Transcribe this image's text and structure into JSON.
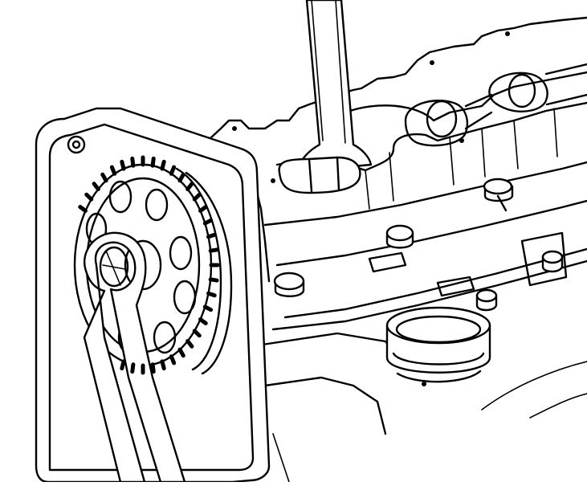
{
  "figure": {
    "background": "#ffffff",
    "line_color": "#000000",
    "subject": "line-drawing",
    "components": [
      "engine-cylinder-head",
      "camshaft",
      "camshaft-sprocket",
      "timing-belt-cover",
      "ring-wrench",
      "open-end-wrench",
      "head-bolts",
      "oil-filler-neck"
    ]
  }
}
